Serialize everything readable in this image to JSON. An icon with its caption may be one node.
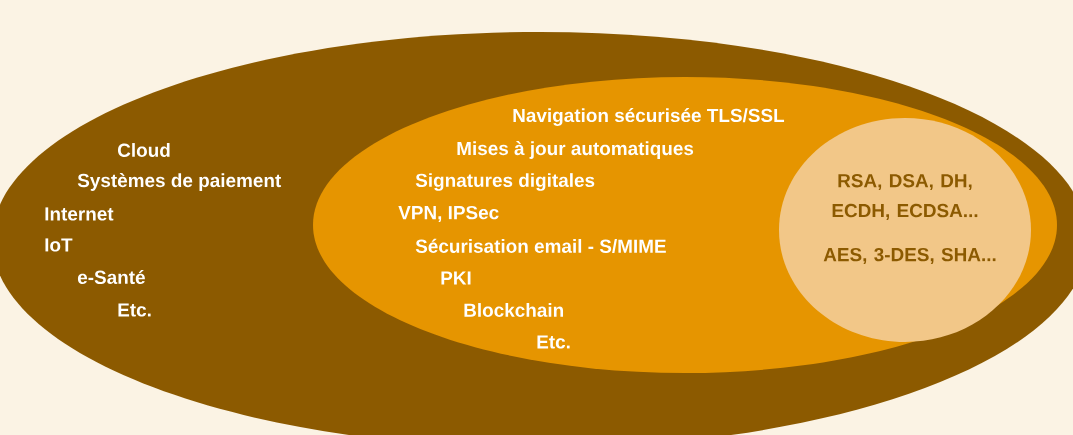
{
  "diagram": {
    "nodes": [
      {
        "text": [
          "Cloud",
          "Systèmes de paiement",
          "Internet",
          "IoT",
          "e-Santé",
          "Etc."
        ]
      },
      {
        "text": [
          "Navigation sécurisée TLS/SSL",
          "Mises à jour automatiques",
          "Signatures digitales",
          "VPN, IPSec",
          "Sécurisation email - S/MIME",
          "PKI",
          "Blockchain",
          "Etc."
        ],
        "in": 0
      },
      {
        "text": [
          "RSA, DSA, DH, ECDH, ECDSA...",
          "AES, 3-DES, SHA..."
        ],
        "in": 1
      }
    ]
  }
}
